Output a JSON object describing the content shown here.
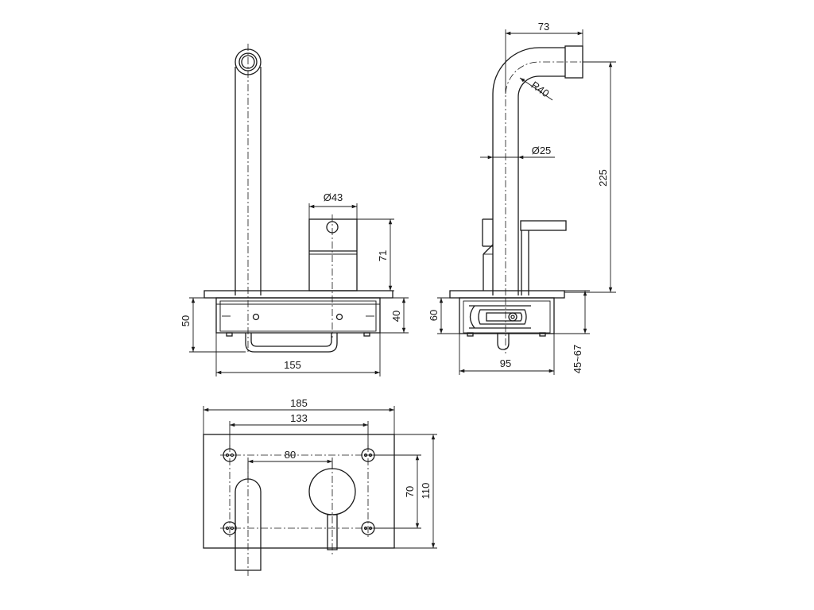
{
  "dimensions": {
    "front_width": "155",
    "front_height_total": "50",
    "front_body_height": "40",
    "handle_diameter": "Ø43",
    "handle_height": "71",
    "side_spout_reach": "73",
    "bend_radius": "R40",
    "pipe_diameter": "Ø25",
    "spout_height": "225",
    "side_body_height": "60",
    "side_depth": "95",
    "wall_depth_range": "45~67",
    "plate_width": "185",
    "hole_spacing_horizontal": "133",
    "spout_to_handle": "80",
    "hole_spacing_vertical": "70",
    "plate_height": "110"
  }
}
